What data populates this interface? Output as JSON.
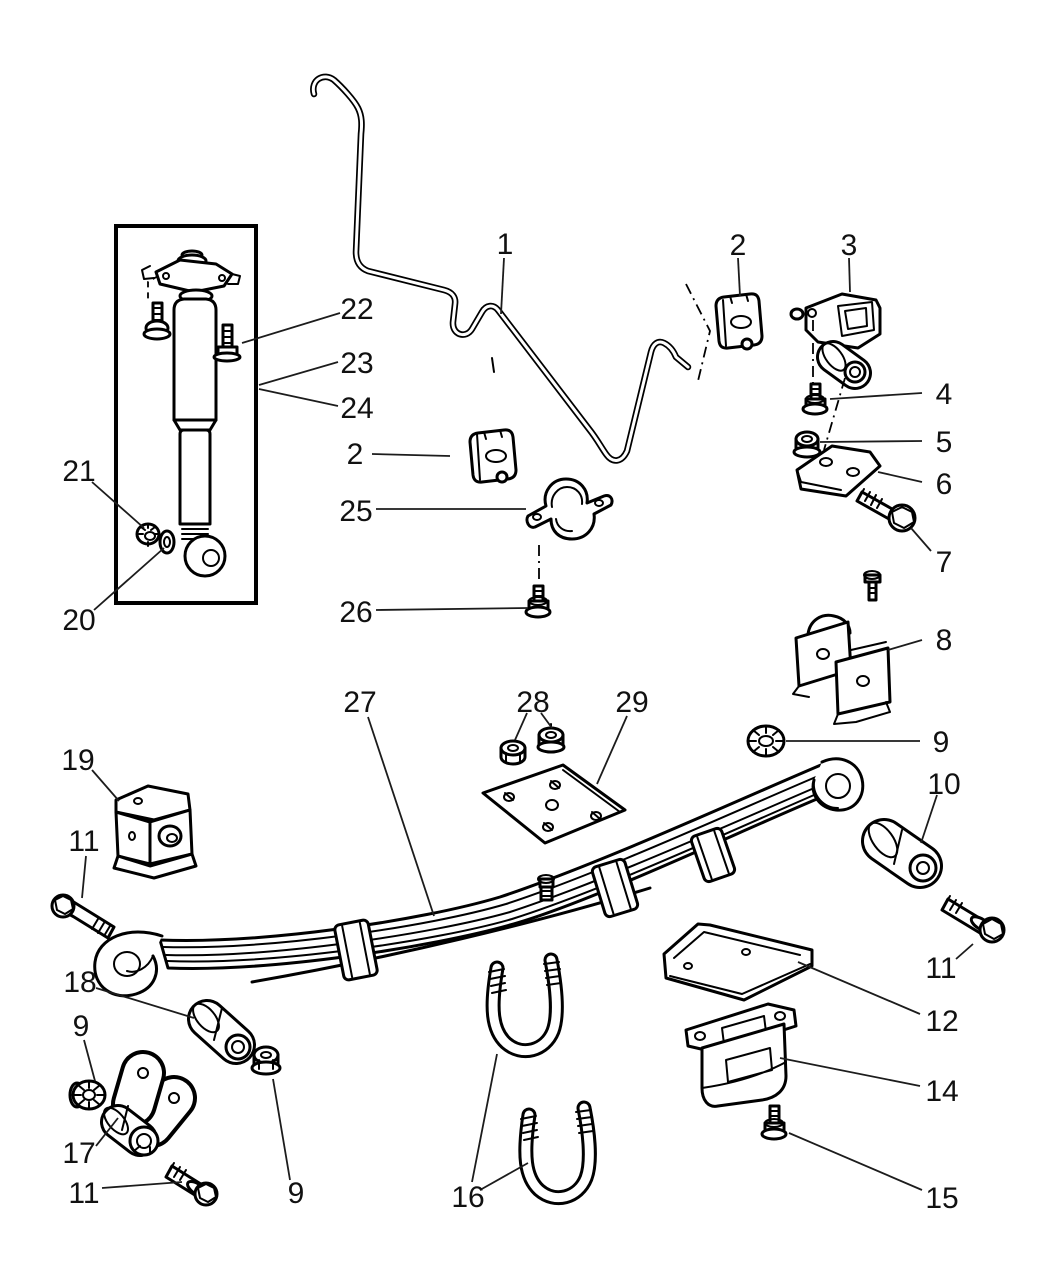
{
  "figure": {
    "colors": {
      "background": "#ffffff",
      "ink": "#000000",
      "label_ink": "#111111"
    }
  },
  "callouts": {
    "c1": "1",
    "c2_top": "2",
    "c3": "3",
    "c4": "4",
    "c5": "5",
    "c6": "6",
    "c7": "7",
    "c8": "8",
    "c9_right": "9",
    "c10": "10",
    "c11_right": "11",
    "c12": "12",
    "c14": "14",
    "c15": "15",
    "c16": "16",
    "c17": "17",
    "c11_bottom": "11",
    "c9_bottom_left": "9",
    "c9_bottom_center": "9",
    "c18": "18",
    "c19": "19",
    "c11_left": "11",
    "c20": "20",
    "c21": "21",
    "c22": "22",
    "c23": "23",
    "c24": "24",
    "c2_left": "2",
    "c25": "25",
    "c26": "26",
    "c27": "27",
    "c28": "28",
    "c29": "29"
  }
}
